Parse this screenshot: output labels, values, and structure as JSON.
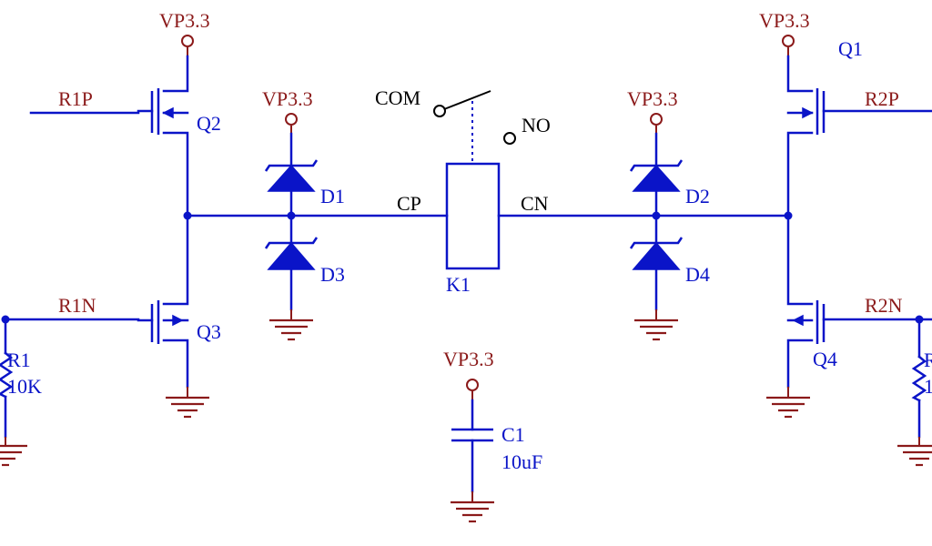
{
  "labels": {
    "vp_q2": "VP3.3",
    "vp_q1": "VP3.3",
    "vp_d1": "VP3.3",
    "vp_d2": "VP3.3",
    "vp_c1": "VP3.3",
    "r1p": "R1P",
    "r1n": "R1N",
    "r2p": "R2P",
    "r2n": "R2N",
    "q1": "Q1",
    "q2": "Q2",
    "q3": "Q3",
    "q4": "Q4",
    "d1": "D1",
    "d2": "D2",
    "d3": "D3",
    "d4": "D4",
    "com": "COM",
    "no": "NO",
    "cp": "CP",
    "cn": "CN",
    "k1": "K1",
    "r1": "R1",
    "r1_value": "10K",
    "r2_partial": "R",
    "r2_value_partial": "1",
    "c1": "C1",
    "c1_value": "10uF"
  },
  "colors": {
    "wire": "#0a14c8",
    "power_and_ground": "#8b1a1a",
    "switch": "#000000",
    "background": "#ffffff"
  }
}
